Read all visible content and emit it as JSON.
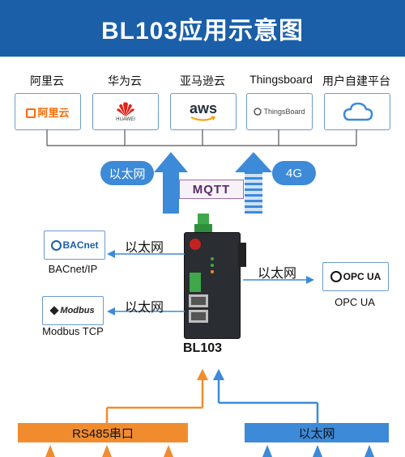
{
  "header": {
    "title": "BL103应用示意图"
  },
  "clouds": [
    {
      "label": "阿里云",
      "logo_text": "阿里云",
      "icon": "aliyun-logo"
    },
    {
      "label": "华为云",
      "logo_text": "HUAWEI",
      "icon": "huawei-logo"
    },
    {
      "label": "亚马逊云",
      "logo_text": "aws",
      "icon": "aws-logo"
    },
    {
      "label": "Thingsboard",
      "logo_text": "ThingsBoard",
      "icon": "thingsboard-logo"
    },
    {
      "label": "用户自建平台",
      "logo_text": "",
      "icon": "cloud-icon"
    }
  ],
  "uplink": {
    "left_pill": "以太网",
    "right_pill": "4G",
    "mqtt_logo": "MQTT"
  },
  "left_devices": [
    {
      "logo_text": "BACnet",
      "label": "BACnet/IP",
      "arrow_label": "以太网"
    },
    {
      "logo_text": "Modbus",
      "label": "Modbus TCP",
      "arrow_label": "以太网"
    }
  ],
  "right_device": {
    "logo_text": "OPC UA",
    "label": "OPC UA",
    "arrow_label": "以太网"
  },
  "gateway": {
    "title": "BL103"
  },
  "bottom": {
    "left_bar": "RS485串口",
    "right_bar": "以太网"
  },
  "colors": {
    "header": "#1a5fa8",
    "blue": "#3c8ad8",
    "orange": "#f18c2e",
    "line": "#555555"
  }
}
